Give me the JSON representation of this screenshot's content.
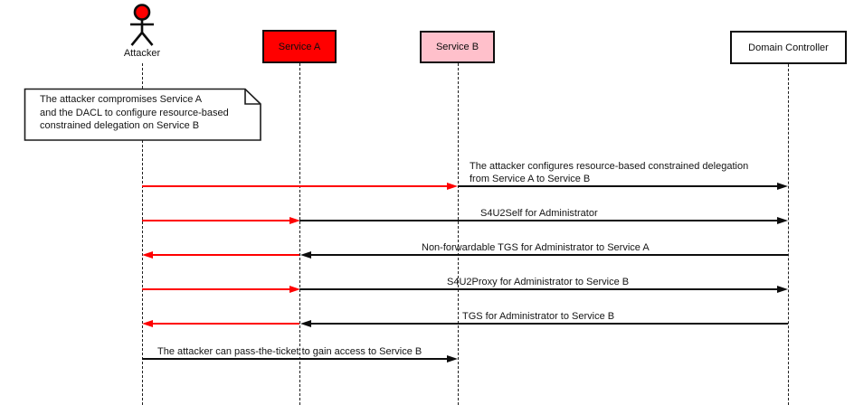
{
  "diagram_type": "uml-sequence-diagram",
  "participants": [
    {
      "id": "attacker",
      "label": "Attacker",
      "kind": "actor",
      "head_color": "#ff0000"
    },
    {
      "id": "service-a",
      "label": "Service A",
      "kind": "participant",
      "fill": "#ff0000"
    },
    {
      "id": "service-b",
      "label": "Service B",
      "kind": "participant",
      "fill": "#ffc0cb"
    },
    {
      "id": "domain-controller",
      "label": "Domain Controller",
      "kind": "participant",
      "fill": "#ffffff"
    }
  ],
  "note": {
    "text": "The attacker compromises Service A\nand the DACL to configure resource-based\nconstrained delegation on Service B",
    "attached_to": "attacker"
  },
  "messages": [
    {
      "label": "The attacker configures resource-based constrained delegation\nfrom Service A to Service B",
      "from": "attacker",
      "to": "domain-controller",
      "segment_colors": [
        "#ff0000",
        "#0d0d0d"
      ]
    },
    {
      "label": "S4U2Self for Administrator",
      "from": "attacker",
      "to": "domain-controller",
      "segment_colors": [
        "#ff0000",
        "#0d0d0d"
      ]
    },
    {
      "label": "Non-forwardable TGS for Administrator to Service A",
      "from": "domain-controller",
      "to": "attacker",
      "segment_colors": [
        "#0d0d0d",
        "#ff0000"
      ]
    },
    {
      "label": "S4U2Proxy for Administrator to Service B",
      "from": "attacker",
      "to": "domain-controller",
      "segment_colors": [
        "#ff0000",
        "#0d0d0d"
      ]
    },
    {
      "label": "TGS for Administrator to Service B",
      "from": "domain-controller",
      "to": "attacker",
      "segment_colors": [
        "#0d0d0d",
        "#ff0000"
      ]
    },
    {
      "label": "The attacker can pass-the-ticket to gain access to Service B",
      "from": "attacker",
      "to": "service-b",
      "segment_colors": [
        "#0d0d0d"
      ]
    }
  ],
  "colors": {
    "attacker_flow": "#ff0000",
    "normal_flow": "#0d0d0d",
    "service_a_fill": "#ff0000",
    "service_b_fill": "#ffc0cb",
    "background": "#ffffff"
  }
}
